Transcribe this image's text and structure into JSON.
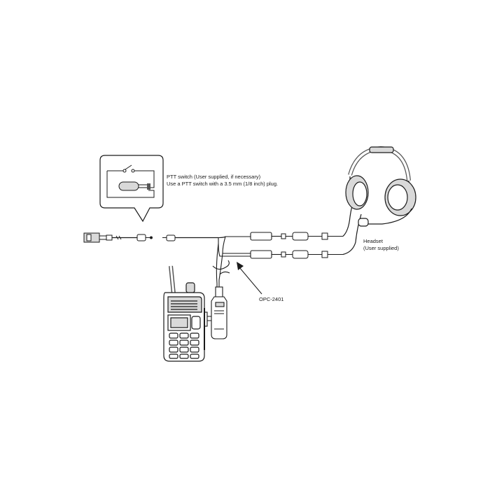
{
  "labels": {
    "ptt_line1": "PTT switch (User supplied, if necessary)",
    "ptt_line2": "Use a PTT switch with a 3.5 mm (1/8 inch) plug.",
    "headset_line1": "Headset",
    "headset_line2": "(User supplied)",
    "cable_model": "OPC-2401"
  },
  "colors": {
    "line": "#1a1a1a",
    "fill_light": "#ffffff",
    "fill_gray": "#d9d9d9",
    "fill_dark": "#555555"
  },
  "components": [
    "ptt-switch",
    "ptt-plug",
    "headset",
    "headset-jacks",
    "opc-2401-cable",
    "handheld-radio",
    "radio-adapter"
  ]
}
